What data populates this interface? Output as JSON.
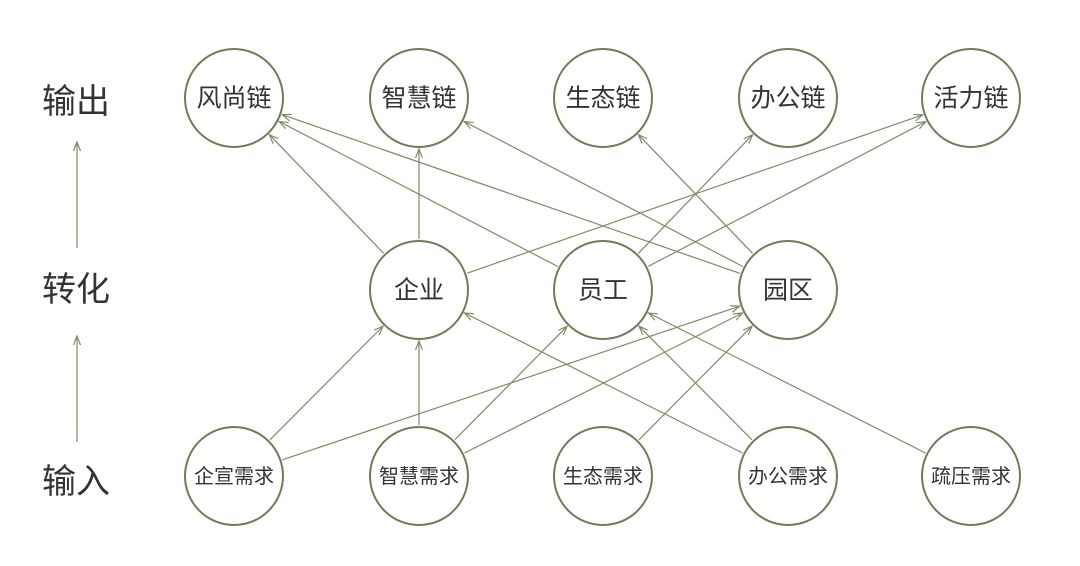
{
  "rows": {
    "output": "输出",
    "transform": "转化",
    "input": "输入"
  },
  "outputs": [
    {
      "id": "fashion",
      "label": "风尚链"
    },
    {
      "id": "smart",
      "label": "智慧链"
    },
    {
      "id": "eco",
      "label": "生态链"
    },
    {
      "id": "office",
      "label": "办公链"
    },
    {
      "id": "vitality",
      "label": "活力链"
    }
  ],
  "transforms": [
    {
      "id": "enterprise",
      "label": "企业"
    },
    {
      "id": "staff",
      "label": "员工"
    },
    {
      "id": "park",
      "label": "园区"
    }
  ],
  "inputs": [
    {
      "id": "promo",
      "label": "企宣需求"
    },
    {
      "id": "smartneed",
      "label": "智慧需求"
    },
    {
      "id": "econeed",
      "label": "生态需求"
    },
    {
      "id": "officeneed",
      "label": "办公需求"
    },
    {
      "id": "relief",
      "label": "疏压需求"
    }
  ],
  "edges": [
    {
      "from": "enterprise",
      "to": "fashion"
    },
    {
      "from": "enterprise",
      "to": "smart"
    },
    {
      "from": "enterprise",
      "to": "vitality"
    },
    {
      "from": "staff",
      "to": "fashion"
    },
    {
      "from": "staff",
      "to": "office"
    },
    {
      "from": "staff",
      "to": "vitality"
    },
    {
      "from": "park",
      "to": "fashion"
    },
    {
      "from": "park",
      "to": "smart"
    },
    {
      "from": "park",
      "to": "eco"
    },
    {
      "from": "promo",
      "to": "enterprise"
    },
    {
      "from": "promo",
      "to": "park"
    },
    {
      "from": "smartneed",
      "to": "enterprise"
    },
    {
      "from": "smartneed",
      "to": "staff"
    },
    {
      "from": "smartneed",
      "to": "park"
    },
    {
      "from": "econeed",
      "to": "park"
    },
    {
      "from": "officeneed",
      "to": "enterprise"
    },
    {
      "from": "officeneed",
      "to": "staff"
    },
    {
      "from": "relief",
      "to": "staff"
    }
  ]
}
